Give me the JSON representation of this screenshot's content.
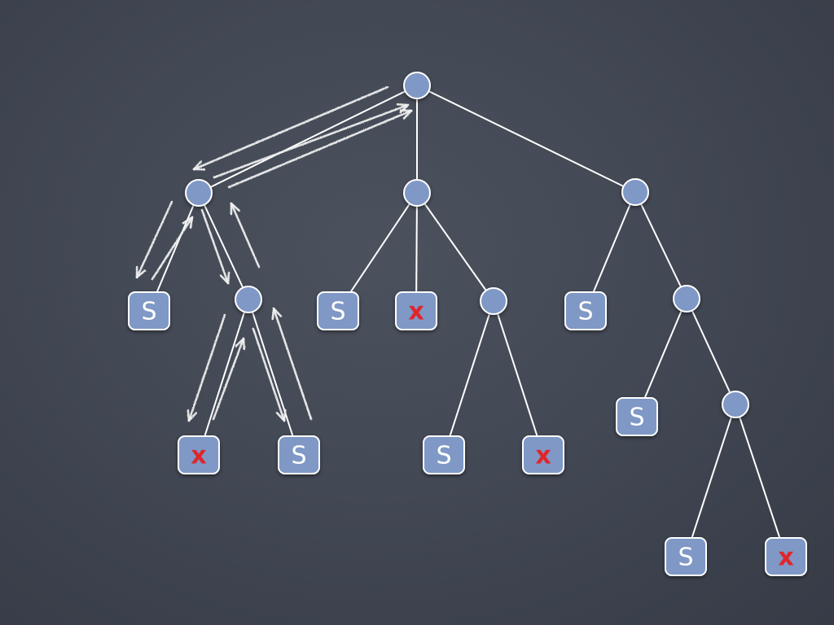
{
  "colors": {
    "node_fill": "#7f98c6",
    "node_stroke": "#ffffff",
    "edge": "#ffffff",
    "arrow": "#f2f2f2",
    "solution_text": "#ffffff",
    "fail_mark": "#e0262b"
  },
  "tree": {
    "nodes": [
      {
        "id": "root",
        "kind": "branch"
      },
      {
        "id": "a",
        "kind": "branch",
        "parent": "root"
      },
      {
        "id": "b",
        "kind": "branch",
        "parent": "root"
      },
      {
        "id": "c",
        "kind": "branch",
        "parent": "root"
      },
      {
        "id": "a1",
        "kind": "leaf",
        "parent": "a",
        "label": "S"
      },
      {
        "id": "a2",
        "kind": "branch",
        "parent": "a"
      },
      {
        "id": "a2x",
        "kind": "leaf",
        "parent": "a2",
        "label": "x"
      },
      {
        "id": "a2s",
        "kind": "leaf",
        "parent": "a2",
        "label": "S"
      },
      {
        "id": "b1",
        "kind": "leaf",
        "parent": "b",
        "label": "S"
      },
      {
        "id": "b2",
        "kind": "leaf",
        "parent": "b",
        "label": "x"
      },
      {
        "id": "b3",
        "kind": "branch",
        "parent": "b"
      },
      {
        "id": "b3s",
        "kind": "leaf",
        "parent": "b3",
        "label": "S"
      },
      {
        "id": "b3x",
        "kind": "leaf",
        "parent": "b3",
        "label": "x"
      },
      {
        "id": "c1",
        "kind": "leaf",
        "parent": "c",
        "label": "S"
      },
      {
        "id": "c2",
        "kind": "branch",
        "parent": "c"
      },
      {
        "id": "c2s",
        "kind": "leaf",
        "parent": "c2",
        "label": "S"
      },
      {
        "id": "c3",
        "kind": "branch",
        "parent": "c2"
      },
      {
        "id": "c3s",
        "kind": "leaf",
        "parent": "c3",
        "label": "S"
      },
      {
        "id": "c3x",
        "kind": "leaf",
        "parent": "c3",
        "label": "x"
      }
    ]
  }
}
